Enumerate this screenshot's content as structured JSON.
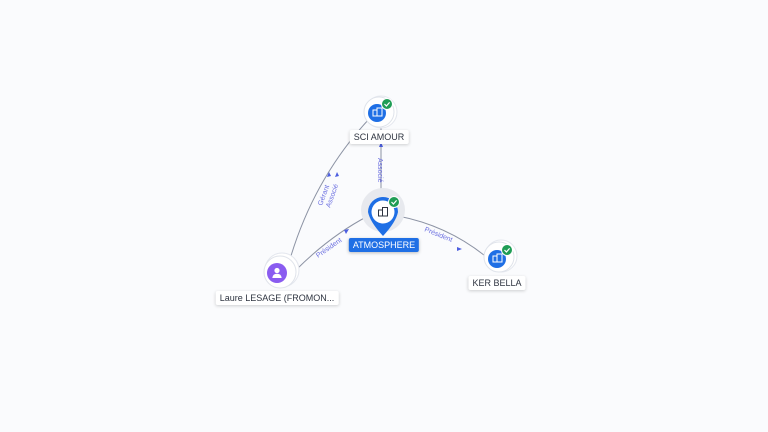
{
  "colors": {
    "company": "#1f6fe5",
    "person": "#8a5cf0",
    "check": "#1f9d55",
    "edge": "#8c93a4",
    "edge_label": "#6b6fe0"
  },
  "nodes": {
    "center": {
      "label": "ATMOSPHERE",
      "icon": "building-icon",
      "verified": true
    },
    "sci": {
      "label": "SCI AMOUR",
      "icon": "building-icon",
      "verified": true
    },
    "ker": {
      "label": "KER BELLA",
      "icon": "building-icon",
      "verified": true
    },
    "person": {
      "label": "Laure LESAGE (FROMON...",
      "icon": "person-icon"
    }
  },
  "edges": {
    "center_sci": "Associé",
    "person_sci_1": "Gérant",
    "person_sci_2": "Associé",
    "person_center": "Président",
    "center_ker": "Président"
  }
}
